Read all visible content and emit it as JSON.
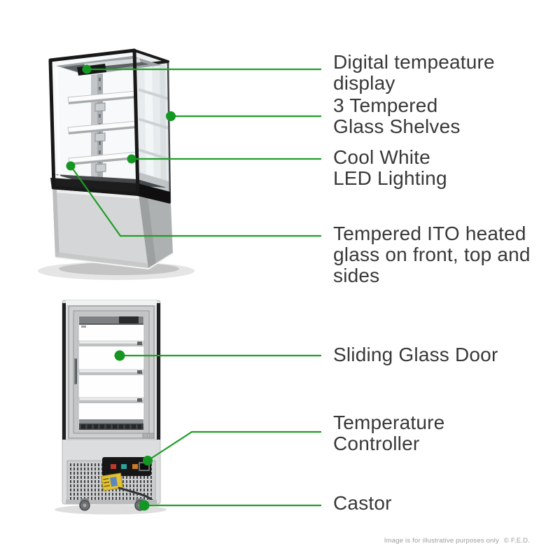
{
  "annotations": [
    {
      "id": "digital-display",
      "label": "Digital tempeature\ndisplay"
    },
    {
      "id": "glass-shelves",
      "label": "3 Tempered\nGlass Shelves"
    },
    {
      "id": "led-lighting",
      "label": "Cool White\nLED Lighting"
    },
    {
      "id": "ito-glass",
      "label": "Tempered ITO heated\nglass on front, top and\nsides"
    },
    {
      "id": "sliding-door",
      "label": "Sliding Glass Door"
    },
    {
      "id": "temperature-controller",
      "label": "Temperature\nController"
    },
    {
      "id": "castor",
      "label": "Castor"
    }
  ],
  "footer": {
    "disclaimer": "Image is for illustrative purposes only",
    "copyright": "© F.E.D."
  },
  "colors": {
    "annotation_green": "#1f9e26",
    "annotation_dot_green": "#149722",
    "label_text": "#383838",
    "footer_text": "#9b9b9b",
    "frame_black": "#181818",
    "stainless_silver": "#d5d6d7"
  }
}
